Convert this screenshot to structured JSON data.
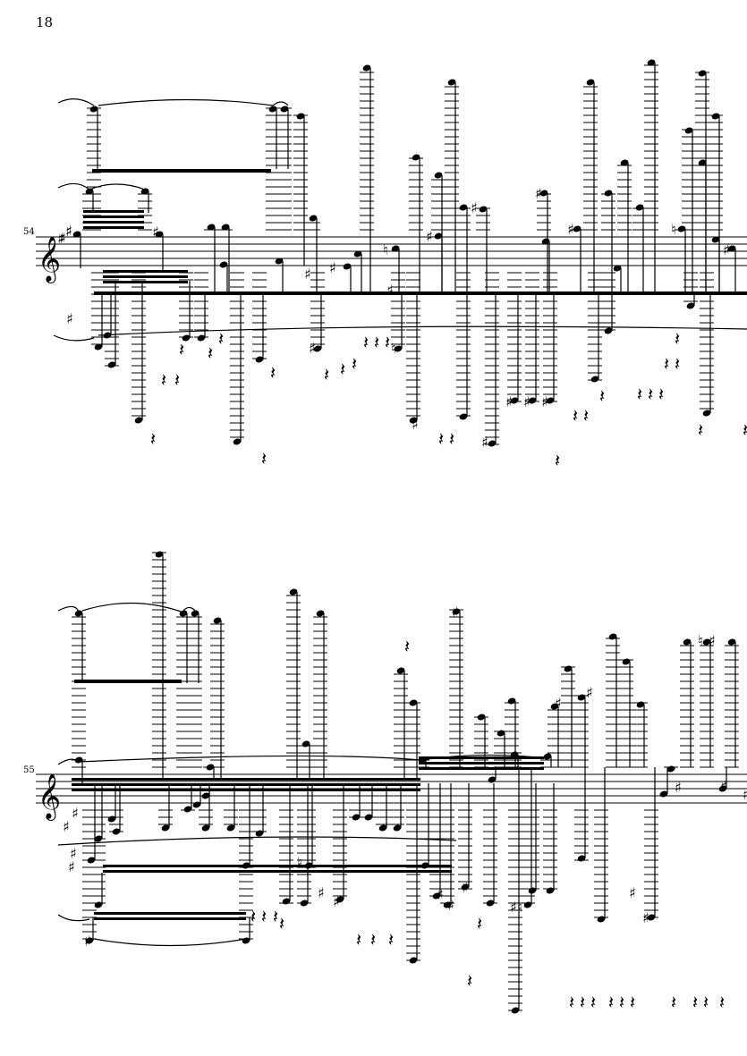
{
  "page": {
    "number": "18"
  },
  "systems": [
    {
      "measure_number": "54"
    },
    {
      "measure_number": "55"
    }
  ],
  "ink_color": "#000000",
  "paper_color": "#ffffff"
}
